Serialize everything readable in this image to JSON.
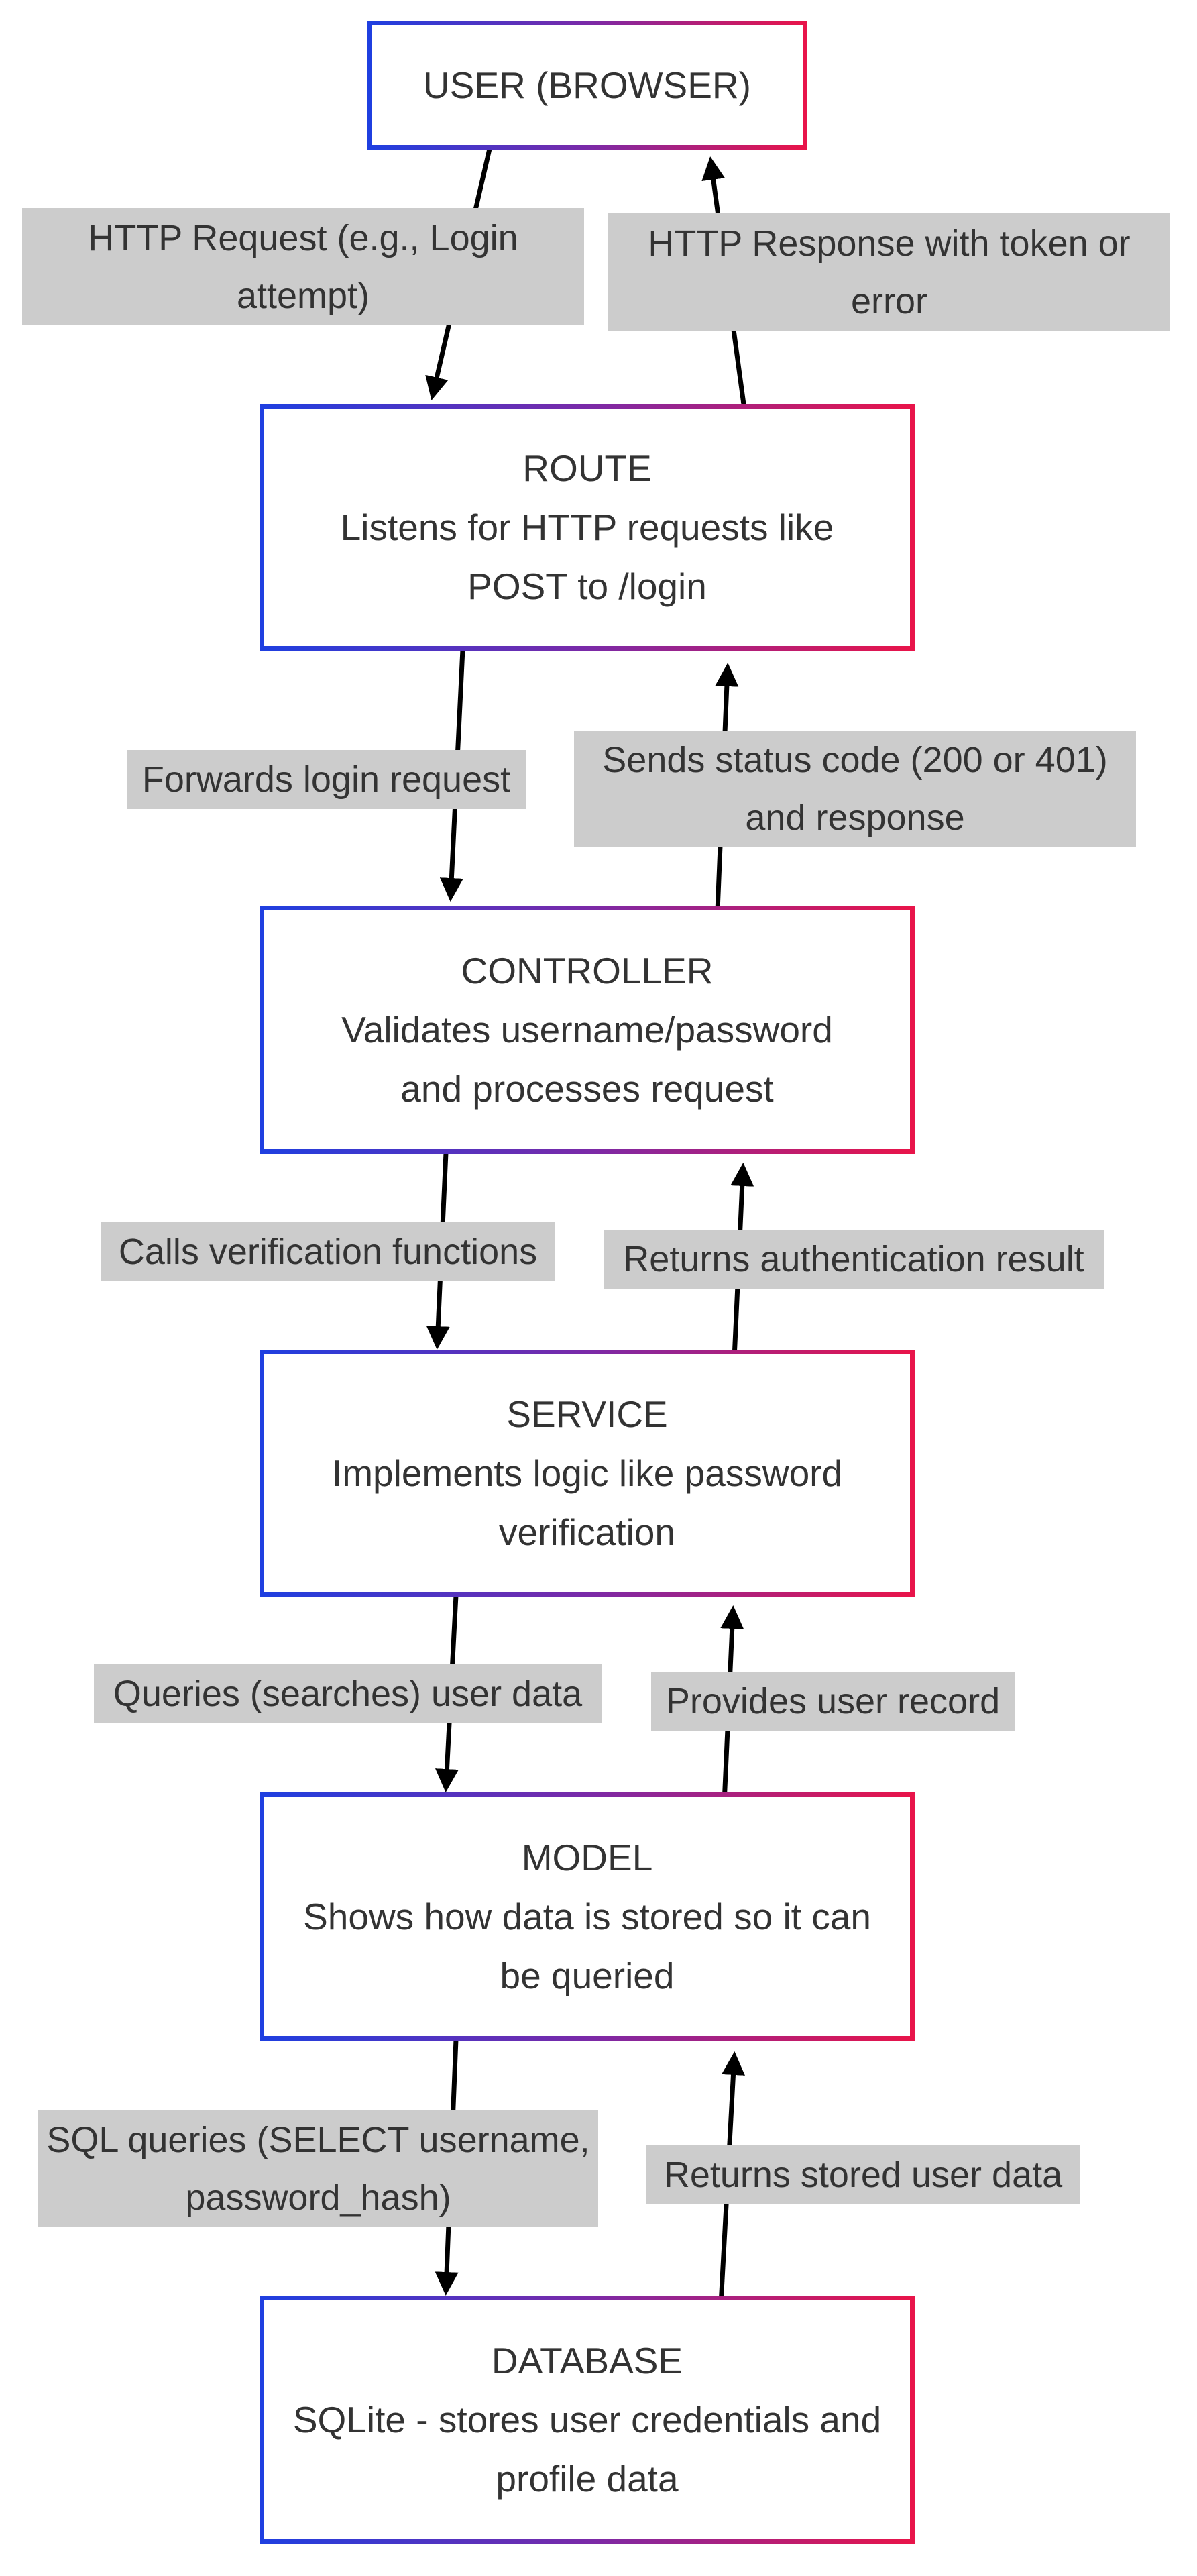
{
  "diagram": {
    "nodes": [
      {
        "id": "user",
        "title": "USER (BROWSER)",
        "description": ""
      },
      {
        "id": "route",
        "title": "ROUTE",
        "description": "Listens for HTTP requests like POST to /login"
      },
      {
        "id": "controller",
        "title": "CONTROLLER",
        "description": "Validates username/password and processes request"
      },
      {
        "id": "service",
        "title": "SERVICE",
        "description": "Implements logic like password verification"
      },
      {
        "id": "model",
        "title": "MODEL",
        "description": "Shows how data is stored so it can be queried"
      },
      {
        "id": "database",
        "title": "DATABASE",
        "description": "SQLite - stores user credentials and profile data"
      }
    ],
    "edges": [
      {
        "from": "user",
        "to": "route",
        "label": "HTTP Request (e.g., Login attempt)"
      },
      {
        "from": "route",
        "to": "user",
        "label": "HTTP Response with token or error"
      },
      {
        "from": "route",
        "to": "controller",
        "label": "Forwards login request"
      },
      {
        "from": "controller",
        "to": "route",
        "label": "Sends status code (200 or 401) and response"
      },
      {
        "from": "controller",
        "to": "service",
        "label": "Calls verification functions"
      },
      {
        "from": "service",
        "to": "controller",
        "label": "Returns authentication result"
      },
      {
        "from": "service",
        "to": "model",
        "label": "Queries (searches) user data"
      },
      {
        "from": "model",
        "to": "service",
        "label": "Provides user record"
      },
      {
        "from": "model",
        "to": "database",
        "label": "SQL queries (SELECT username, password_hash)"
      },
      {
        "from": "database",
        "to": "model",
        "label": "Returns stored user data"
      }
    ],
    "colors": {
      "border_start": "#1f3fe0",
      "border_end": "#e8144a",
      "label_background": "#cccccc",
      "arrow": "#000000",
      "text": "#333333"
    }
  }
}
